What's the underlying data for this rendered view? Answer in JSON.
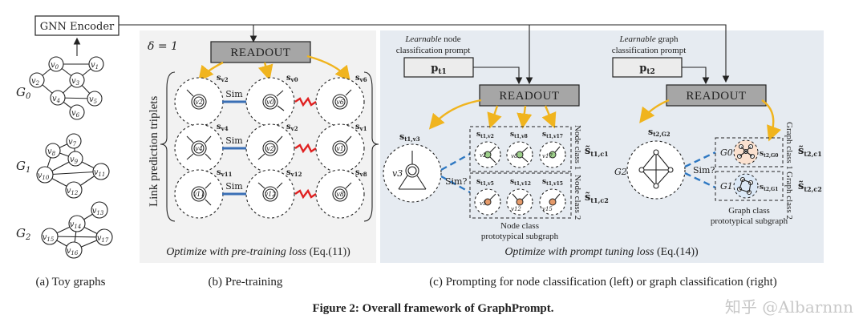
{
  "panel_a": {
    "encoder_label": "GNN Encoder",
    "graphs": [
      {
        "name": "G",
        "sub": "0",
        "nodes": [
          {
            "label": "v",
            "sub": "0"
          },
          {
            "label": "v",
            "sub": "1"
          },
          {
            "label": "v",
            "sub": "2"
          },
          {
            "label": "v",
            "sub": "3"
          },
          {
            "label": "v",
            "sub": "4"
          },
          {
            "label": "v",
            "sub": "5"
          },
          {
            "label": "v",
            "sub": "6"
          }
        ]
      },
      {
        "name": "G",
        "sub": "1",
        "nodes": [
          {
            "label": "v",
            "sub": "7"
          },
          {
            "label": "v",
            "sub": "8"
          },
          {
            "label": "v",
            "sub": "9"
          },
          {
            "label": "v",
            "sub": "10"
          },
          {
            "label": "v",
            "sub": "11"
          },
          {
            "label": "v",
            "sub": "12"
          }
        ]
      },
      {
        "name": "G",
        "sub": "2",
        "nodes": [
          {
            "label": "v",
            "sub": "13"
          },
          {
            "label": "v",
            "sub": "14"
          },
          {
            "label": "v",
            "sub": "15"
          },
          {
            "label": "v",
            "sub": "16"
          },
          {
            "label": "v",
            "sub": "17"
          }
        ]
      }
    ],
    "caption": "(a) Toy graphs"
  },
  "panel_b": {
    "delta": "δ = 1",
    "readout": "READOUT",
    "side_label": "Link prediction triplets",
    "sim_label": "Sim",
    "rows": [
      {
        "labels": [
          "v2",
          "v0",
          "v6"
        ],
        "inner": [
          "v2",
          "v0",
          "v6"
        ]
      },
      {
        "labels": [
          "v4",
          "v2",
          "v1"
        ],
        "inner": [
          "v4",
          "v2",
          "v1"
        ]
      },
      {
        "labels": [
          "v11",
          "v12",
          "v8"
        ],
        "inner": [
          "v11",
          "v12",
          "v8"
        ]
      }
    ],
    "bottom_text_italic": "Optimize with pre-training loss",
    "bottom_text_ref": "(Eq.(11))",
    "caption": "(b) Pre-training"
  },
  "panel_c": {
    "left": {
      "prompt_caption_line1_italic": "Learnable",
      "prompt_caption_line1_rest": "node",
      "prompt_caption_line2": "classification prompt",
      "prompt_label": "p",
      "prompt_sub": "t1",
      "readout": "READOUT",
      "query_label": "s",
      "query_sub": "t1,v3",
      "query_node": "v3",
      "sim_q": "Sim?",
      "class_top_labels": [
        "t1,v2",
        "t1,v8",
        "t1,v17"
      ],
      "class_bottom_labels": [
        "t1,v5",
        "t1,v12",
        "t1,v15"
      ],
      "class_top_inner": [
        "v2",
        "v8",
        "v17"
      ],
      "class_bottom_inner": [
        "v5",
        "v12",
        "v15"
      ],
      "class1_vertical": "Node class 1",
      "class2_vertical": "Node class 2",
      "proto1": "t1,c1",
      "proto2": "t1,c2",
      "proto_caption_line1": "Node class",
      "proto_caption_line2": "prototypical subgraph"
    },
    "right": {
      "prompt_caption_line1_italic": "Learnable",
      "prompt_caption_line1_rest": "graph",
      "prompt_caption_line2": "classification prompt",
      "prompt_label": "p",
      "prompt_sub": "t2",
      "readout": "READOUT",
      "query_label": "s",
      "query_sub": "t2,G2",
      "query_graph": "G2",
      "sim_q": "Sim?",
      "g0_label": "G0",
      "g0_s": "t2,G0",
      "g1_label": "G1",
      "g1_s": "t2,G1",
      "class1_vertical": "Graph class 1",
      "class2_vertical": "Graph class 2",
      "proto1": "t2,c1",
      "proto2": "t2,c2",
      "proto_caption_line1": "Graph class",
      "proto_caption_line2": "prototypical subgraph"
    },
    "bottom_text_italic": "Optimize with prompt tuning loss",
    "bottom_text_ref": "(Eq.(14))",
    "caption": "(c) Prompting for node classification (left) or graph classification (right)"
  },
  "figure_caption": "Figure 2: Overall framework of GraphPrompt.",
  "watermark": "知乎 @Albarnnn",
  "colors": {
    "readout_fill": "#a6a6a6",
    "panel_b_bg": "#f2f2f2",
    "panel_c_bg": "#e6ebf1",
    "orange_arrow": "#f0b41e",
    "sim_blue": "#3a6fb5",
    "negative_red": "#e02020",
    "class1_green": "#2e9e4b",
    "class2_orange": "#e0782a",
    "graph_class2_blue": "#2e78c2"
  }
}
